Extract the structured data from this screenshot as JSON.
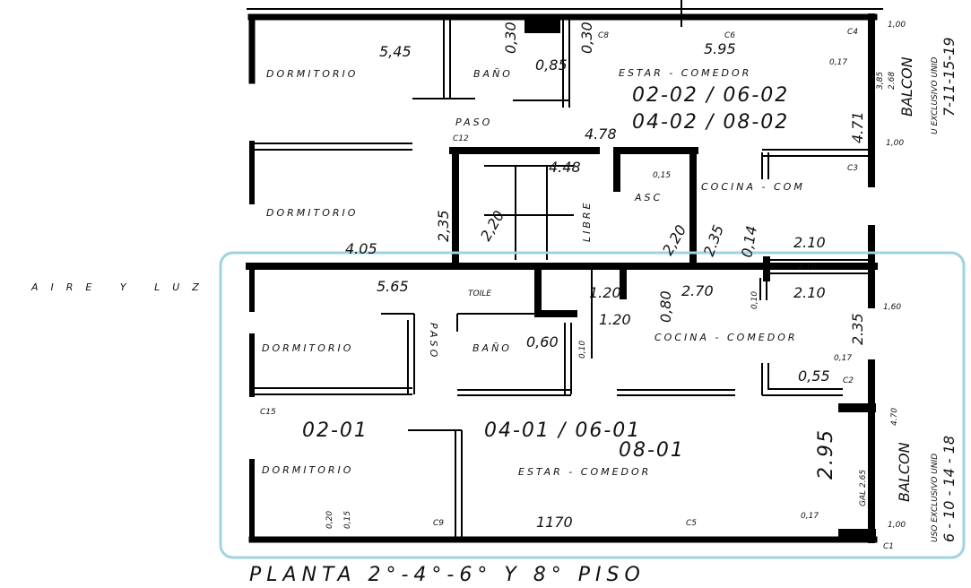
{
  "plan": {
    "title": "PLANTA 2°-4°-6° Y 8° PISO",
    "air_light_label": "AIRE Y LUZ",
    "highlight_color": "#9fd3e0",
    "upper_unit": {
      "unit_codes_line1": "02-02 / 06-02",
      "unit_codes_line2": "04-02 / 08-02",
      "bedroom_1": "DORMITORIO",
      "bedroom_2": "DORMITORIO",
      "bathroom": "BAÑO",
      "hall": "PASO",
      "living": "ESTAR - COMEDOR",
      "kitchen": "COCINA - COM",
      "elevator": "ASC",
      "free": "LIBRE",
      "balcony": "BALCON",
      "exclusive_use": "U EXCLUSIVO UNID",
      "exclusive_units": "7-11-15-19",
      "dims": [
        "5,45",
        "0,30",
        "0,85",
        "0,30",
        "5.95",
        "4.78",
        "4.48",
        "2,35",
        "2,20",
        "2,20",
        "2.35",
        "0,14",
        "4.05",
        "2.10",
        "4.71",
        "2.68",
        "1,00",
        "1,00",
        "3,85",
        "0,17",
        "0,15"
      ],
      "columns": [
        "C4",
        "C3",
        "C8",
        "C6",
        "C12"
      ]
    },
    "lower_unit": {
      "unit_code_left": "02-01",
      "unit_codes_line1": "04-01 / 06-01",
      "unit_codes_line2": "08-01",
      "bedroom_1": "DORMITORIO",
      "bedroom_2": "DORMITORIO",
      "bathroom": "BAÑO",
      "toilet": "TOILE",
      "hall": "PASO",
      "kitchen": "COCINA - COMEDOR",
      "living": "ESTAR - COMEDOR",
      "balcony": "BALCON",
      "gallery": "GAL 2.65",
      "exclusive_use": "USO EXCLUSIVO UNID",
      "exclusive_units": "6 - 10 - 14 - 18",
      "dims": [
        "5.65",
        "2.70",
        "2.10",
        "2.10",
        "1,60",
        "0,60",
        "1.20",
        "1.20",
        "0,80",
        "0,10",
        "2.35",
        "0,55",
        "0,17",
        "2.95",
        "1170",
        "4.70",
        "1,00",
        "0,17",
        "0,20",
        "0,15",
        "0,10"
      ],
      "columns": [
        "C1",
        "C2",
        "C5",
        "C9",
        "C15"
      ]
    }
  }
}
